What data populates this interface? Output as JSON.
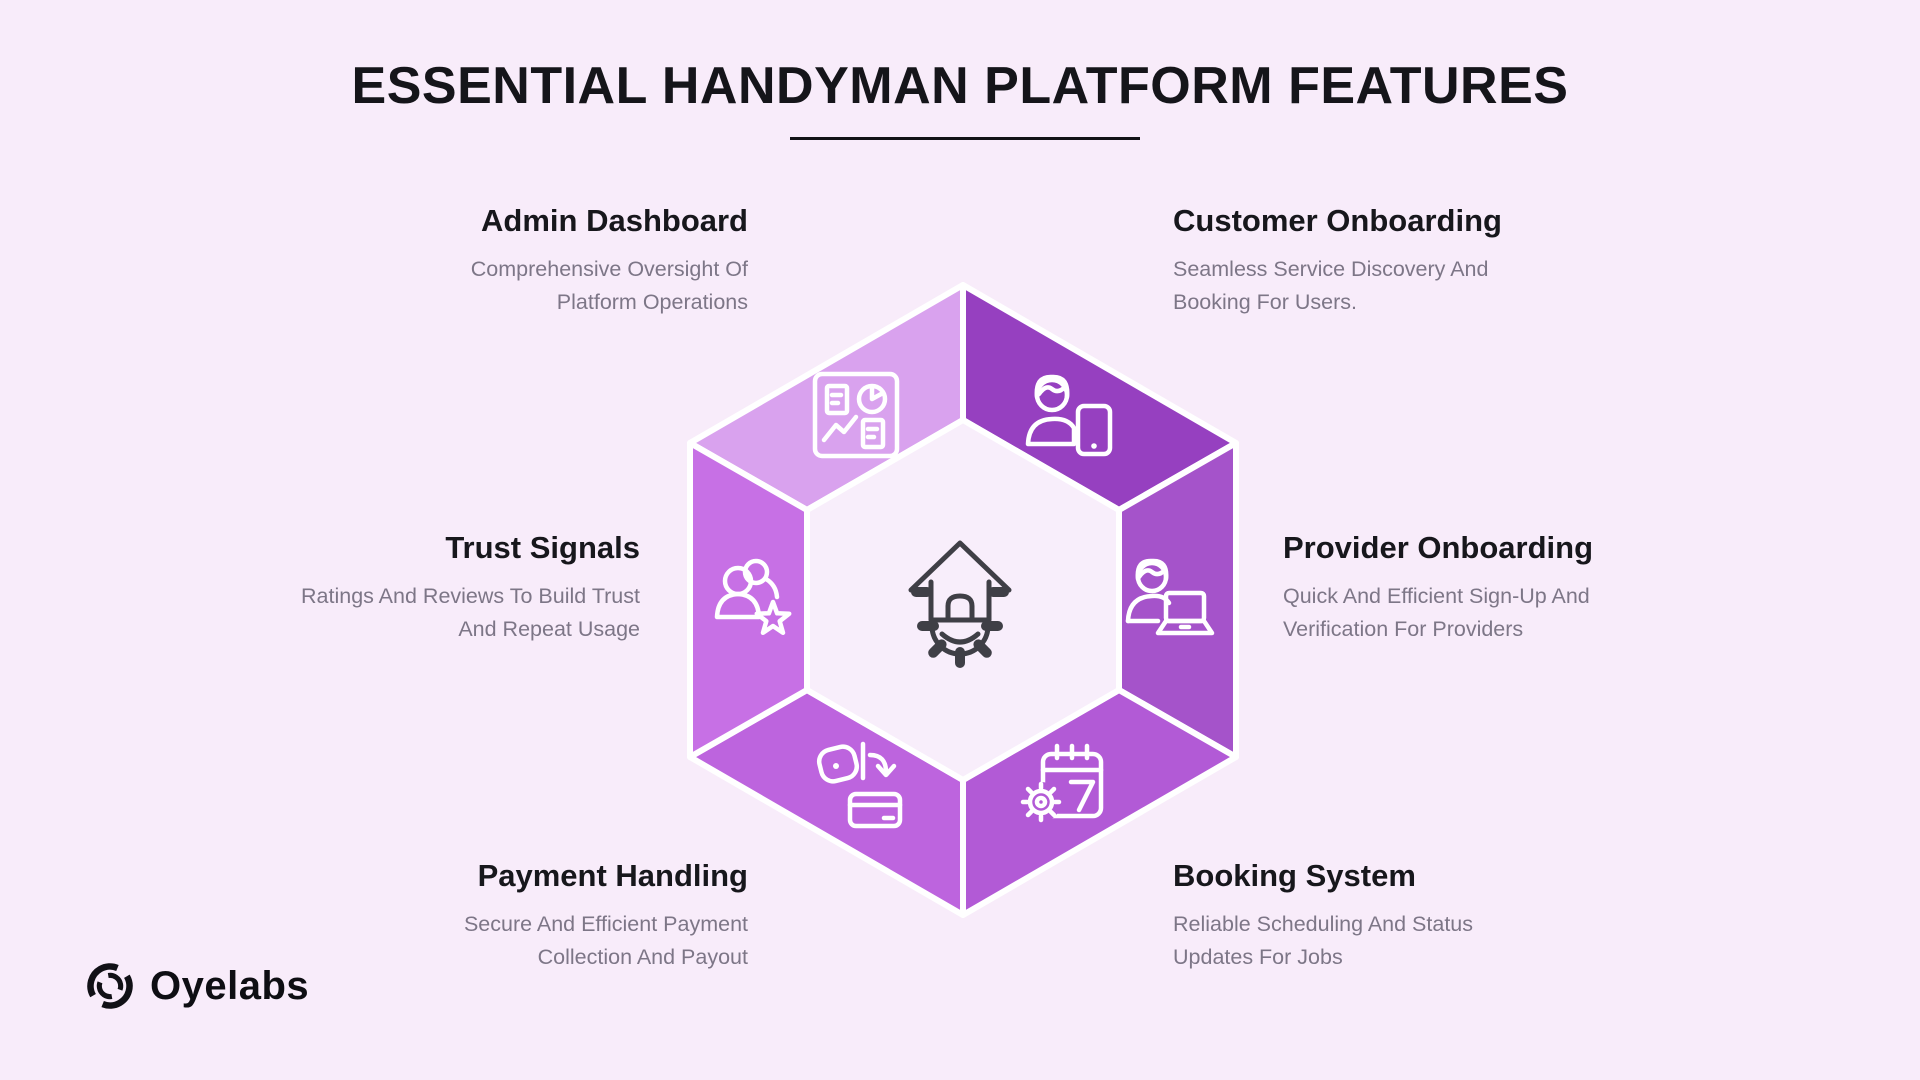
{
  "title": {
    "text": "ESSENTIAL HANDYMAN PLATFORM FEATURES"
  },
  "features": [
    {
      "id": "admin-dashboard",
      "label": "Admin Dashboard",
      "description": "Comprehensive Oversight Of Platform Operations",
      "icon": "dashboard-icon",
      "color": "#d9a2ee",
      "position": "top-left"
    },
    {
      "id": "customer-onboarding",
      "label": "Customer Onboarding",
      "description": "Seamless Service Discovery And Booking For Users.",
      "icon": "customer-phone-icon",
      "color": "#9640c0",
      "position": "top-right"
    },
    {
      "id": "trust-signals",
      "label": "Trust Signals",
      "description": "Ratings And Reviews To Build Trust And Repeat Usage",
      "icon": "users-star-icon",
      "color": "#c770e5",
      "position": "middle-left"
    },
    {
      "id": "provider-onboarding",
      "label": "Provider Onboarding",
      "description": "Quick And Efficient Sign-Up And Verification For Providers",
      "icon": "provider-laptop-icon",
      "color": "#a553ca",
      "position": "middle-right"
    },
    {
      "id": "payment-handling",
      "label": "Payment Handling",
      "description": "Secure And Efficient Payment Collection And Payout",
      "icon": "wallet-card-icon",
      "color": "#bd64de",
      "position": "bottom-left"
    },
    {
      "id": "booking-system",
      "label": "Booking System",
      "description": "Reliable Scheduling And Status Updates For Jobs",
      "icon": "calendar-gear-icon",
      "color": "#b25ad6",
      "position": "bottom-right"
    }
  ],
  "center": {
    "icon": "house-gear-icon",
    "fill": "#f8eefb"
  },
  "logo": {
    "text": "Oyelabs",
    "icon": "oyelabs-ring-icon"
  },
  "colors": {
    "background": "#f8ecfa",
    "heading": "#15151a",
    "feature_title": "#17171c",
    "subtitle": "#7d7687",
    "divider": "#ffffff",
    "center_fill": "#f8eefb",
    "icon_stroke": "#ffffff",
    "center_icon_stroke": "#3f3f46",
    "logo_color": "#0e0e13"
  }
}
